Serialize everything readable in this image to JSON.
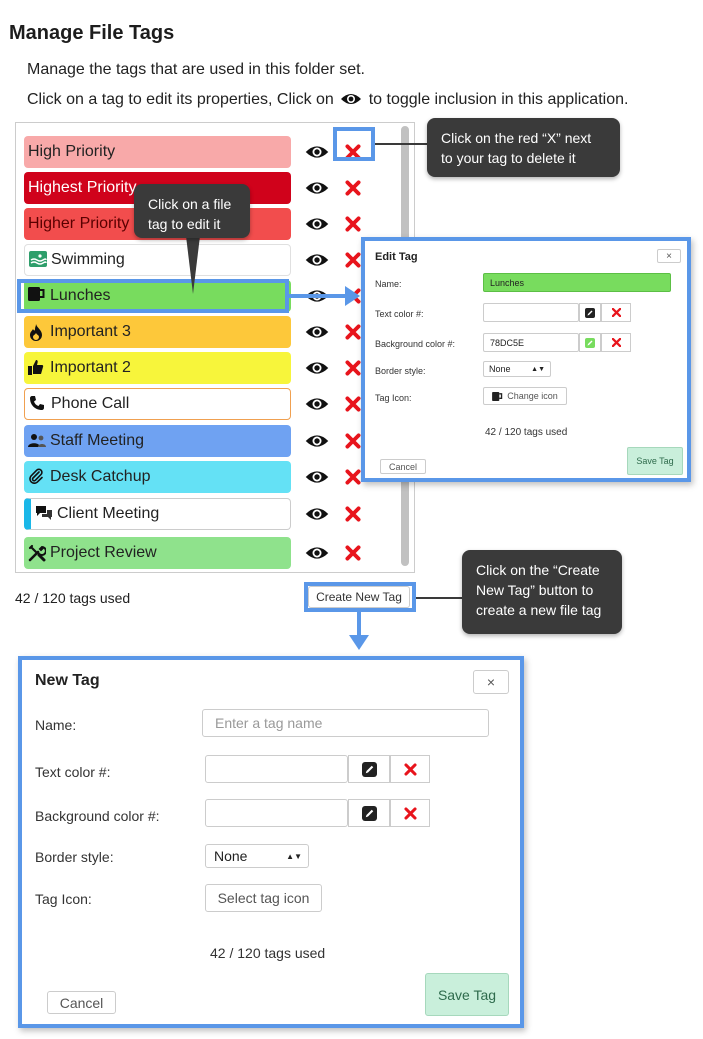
{
  "page": {
    "title": "Manage File Tags",
    "intro_line1": "Manage the tags that are used in this folder set.",
    "intro_line2_before": "Click on a tag to edit its properties, Click on",
    "intro_line2_after": "to toggle inclusion in this application."
  },
  "tags": [
    {
      "label": "High Priority",
      "bg": "#f8a9a9",
      "fg": "#222222",
      "icon": ""
    },
    {
      "label": "Highest Priority",
      "bg": "#d0021b",
      "fg": "#ffffff",
      "icon": ""
    },
    {
      "label": "Higher Priority",
      "bg": "#f24d4d",
      "fg": "#5a0000",
      "icon": ""
    },
    {
      "label": "Swimming",
      "bg": "#ffffff",
      "fg": "#222222",
      "icon": "swimming-icon"
    },
    {
      "label": "Lunches",
      "bg": "#78dc5e",
      "fg": "#222222",
      "icon": "mug-icon"
    },
    {
      "label": "Important 3",
      "bg": "#fdc83a",
      "fg": "#222222",
      "icon": "fire-icon"
    },
    {
      "label": "Important 2",
      "bg": "#f7f53b",
      "fg": "#222222",
      "icon": "thumbs-up-icon"
    },
    {
      "label": "Phone Call",
      "bg": "#ffffff",
      "fg": "#222222",
      "icon": "phone-icon",
      "border": "#f0a050"
    },
    {
      "label": "Staff Meeting",
      "bg": "#6fa2f2",
      "fg": "#222222",
      "icon": "users-icon"
    },
    {
      "label": "Desk Catchup",
      "bg": "#64e1f5",
      "fg": "#222222",
      "icon": "paperclip-icon"
    },
    {
      "label": "Client Meeting",
      "bg": "#ffffff",
      "fg": "#222222",
      "icon": "chat-icon",
      "accent": "#1ab7e8"
    },
    {
      "label": "Project Review",
      "bg": "#8fe28c",
      "fg": "#222222",
      "icon": "tools-icon"
    }
  ],
  "tags_used": "42 / 120 tags used",
  "create_button": "Create New Tag",
  "callouts": {
    "delete": "Click on the red “X” next to your tag to delete it",
    "edit": "Click on a file tag to edit it",
    "create": "Click on the “Create New Tag” button to create a new file tag"
  },
  "edit_dialog": {
    "title": "Edit Tag",
    "close": "×",
    "name_label": "Name:",
    "name_value": "Lunches",
    "text_color_label": "Text color #:",
    "text_color_value": "",
    "bg_color_label": "Background color #:",
    "bg_color_value": "78DC5E",
    "border_label": "Border style:",
    "border_value": "None",
    "icon_label": "Tag Icon:",
    "icon_button": "Change icon",
    "tags_used": "42 / 120 tags used",
    "cancel": "Cancel",
    "save": "Save Tag"
  },
  "new_dialog": {
    "title": "New Tag",
    "close": "×",
    "name_label": "Name:",
    "name_placeholder": "Enter a tag name",
    "text_color_label": "Text color #:",
    "bg_color_label": "Background color #:",
    "border_label": "Border style:",
    "border_value": "None",
    "icon_label": "Tag Icon:",
    "icon_button": "Select tag icon",
    "tags_used": "42 / 120 tags used",
    "cancel": "Cancel",
    "save": "Save Tag"
  },
  "colors": {
    "highlight": "#5a97e8",
    "delete_red": "#e8141c",
    "callout_bg": "#3a3a3a"
  }
}
